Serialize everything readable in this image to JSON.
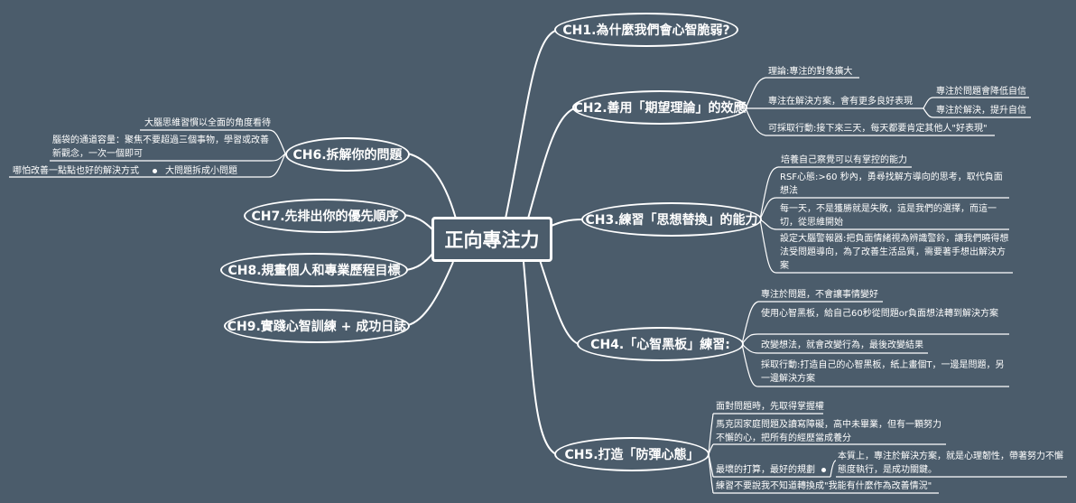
{
  "center": "正向專注力",
  "chapters": {
    "ch1": "CH1.為什麼我們會心智脆弱?",
    "ch2": "CH2.善用「期望理論」的效應",
    "ch3": "CH3.練習「思想替換」的能力",
    "ch4": "CH4.「心智黑板」練習:",
    "ch5": "CH5.打造「防彈心態」",
    "ch6": "CH6.拆解你的問題",
    "ch7": "CH7.先排出你的優先順序",
    "ch8": "CH8.規畫個人和專業歷程目標",
    "ch9": "CH9.實踐心智訓練 + 成功日誌"
  },
  "ch2_items": [
    "理論:專注的對象擴大",
    "專注在解決方案，會有更多良好表現",
    "可採取行動:接下來三天，每天都要肯定其他人\"好表現\""
  ],
  "ch2_sub": [
    "專注於問題會降低自信",
    "專注於解決，提升自信"
  ],
  "ch3_items": [
    "培養自己察覺可以有掌控的能力",
    "RSF心態:>60 秒內，勇尋找解方導向的思考，取代負面想法",
    "每一天，不是獲勝就是失敗，這是我們的選擇，而這一切，從思維開始",
    "設定大腦警報器:把負面情緒視為辨識警鈴，讓我們曉得想法受問題導向，為了改善生活品質，需要著手想出解決方案"
  ],
  "ch4_items": [
    "專注於問題，不會讓事情變好",
    "使用心智黑板，給自己60秒從問題or負面想法轉到解決方案",
    "改變想法，就會改變行為，最後改變結果",
    "採取行動:打造自己的心智黑板，紙上畫個T，一邊是問題，另一邊解決方案"
  ],
  "ch5_items": [
    "面對問題時，先取得掌握權",
    "馬克因家庭問題及讀寫障礙，高中未畢業，但有一顆努力不懈的心，把所有的經歷當成養分",
    "最壞的打算，最好的規劃",
    "練習不要說我不知道轉換成\"我能有什麼作為改善情況\""
  ],
  "ch5_sub": "本質上，專注於解決方案，就是心理韌性，帶著努力不懈態度執行，是成功關鍵。",
  "ch6_items": [
    "大腦思維習慣以全面的角度看待",
    "腦袋的通道容量：聚焦不要超過三個事物，學習或改善新觀念，一次一個即可",
    "大問題拆成小問題"
  ],
  "ch6_sub": "哪怕改善一點點也好的解決方式",
  "colors": {
    "background": "#4b5c6b",
    "line": "#ffffff"
  }
}
